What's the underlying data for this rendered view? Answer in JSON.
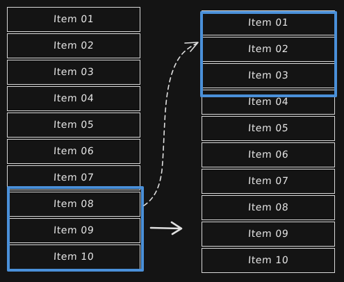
{
  "source_list": {
    "items": [
      "Item 01",
      "Item 02",
      "Item 03",
      "Item 04",
      "Item 05",
      "Item 06",
      "Item 07",
      "Item 08",
      "Item 09",
      "Item 10"
    ]
  },
  "target_list": {
    "items": [
      "Item 01",
      "Item 02",
      "Item 03",
      "Item 04",
      "Item 05",
      "Item 06",
      "Item 07",
      "Item 08",
      "Item 09",
      "Item 10"
    ]
  },
  "colors": {
    "background": "#141414",
    "cell_border": "#d9d9d9",
    "text": "#e6e6e6",
    "selection": "#4a90d9",
    "arrow": "#e0e0e0"
  }
}
